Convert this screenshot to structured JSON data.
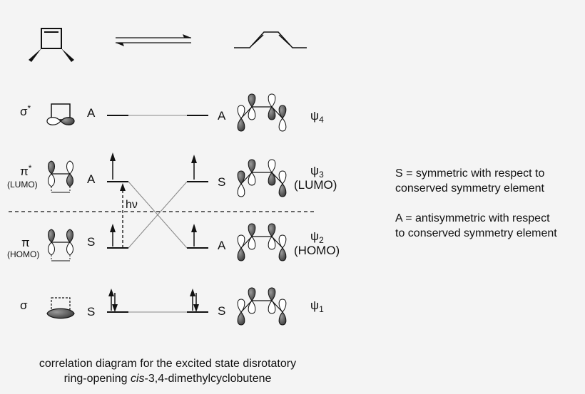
{
  "reactant_label": "",
  "rows": [
    {
      "mo_symbol": "σ*",
      "mo_base": "σ",
      "mo_sup": "*",
      "mo_note": "",
      "left_sym": "A",
      "right_sym": "A",
      "psi": "ψ",
      "psi_sub": "4",
      "psi_note": ""
    },
    {
      "mo_symbol": "π*",
      "mo_base": "π",
      "mo_sup": "*",
      "mo_note": "(LUMO)",
      "left_sym": "A",
      "right_sym": "S",
      "psi": "ψ",
      "psi_sub": "3",
      "psi_note": "(LUMO)"
    },
    {
      "mo_symbol": "π",
      "mo_base": "π",
      "mo_sup": "",
      "mo_note": "(HOMO)",
      "left_sym": "S",
      "right_sym": "A",
      "psi": "ψ",
      "psi_sub": "2",
      "psi_note": "(HOMO)"
    },
    {
      "mo_symbol": "σ",
      "mo_base": "σ",
      "mo_sup": "",
      "mo_note": "",
      "left_sym": "S",
      "right_sym": "S",
      "psi": "ψ",
      "psi_sub": "1",
      "psi_note": ""
    }
  ],
  "excitation_label": "hν",
  "legend": {
    "s_line1": "S = symmetric with respect to",
    "s_line2": "conserved symmetry element",
    "a_line1": "A = antisymmetric with respect",
    "a_line2": "to conserved symmetry element"
  },
  "caption": {
    "line1": "correlation diagram for the excited state disrotatory",
    "line2_pre": "ring-opening ",
    "line2_italic": "cis",
    "line2_post": "-3,4-dimethylcyclobutene"
  },
  "colors": {
    "background": "#f4f4f4",
    "ink": "#111111",
    "lobe_fill": "#555555",
    "correlation_line": "#888888"
  }
}
